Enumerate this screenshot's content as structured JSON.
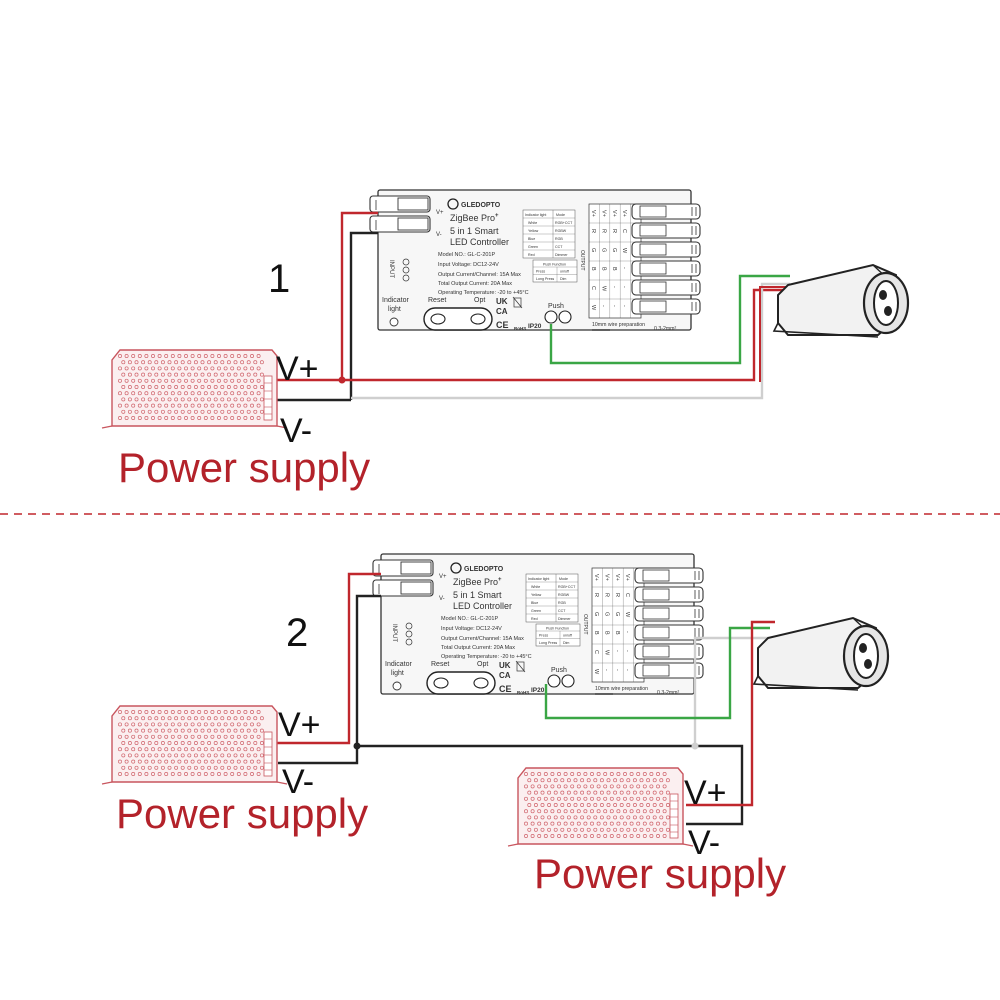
{
  "colors": {
    "red_wire": "#c0272d",
    "black_wire": "#222222",
    "green_wire": "#3aa645",
    "gray_wire": "#cfcfcf",
    "label_red": "#b3222a",
    "psu_pink": "#c8555e",
    "divider": "#c0272d"
  },
  "controller": {
    "brand": "GLEDOPTO",
    "product_line": "ZigBee Pro",
    "product_sup": "+",
    "name_line1": "5 in 1 Smart",
    "name_line2": "LED Controller",
    "model": "Model NO.: GL-C-201P",
    "input_voltage": "Input Voltage: DC12-24V",
    "output_current": "Output Current/Channel: 15A Max",
    "total_current": "Total Output Current: 20A Max",
    "temperature": "Operating Temperature: -20 to +45°C",
    "input_label": "INPUT",
    "output_label": "OUTPUT",
    "indicator_label_1": "Indicator",
    "indicator_label_2": "light",
    "reset_label": "Reset",
    "opt_label": "Opt",
    "uk_mark": "UK",
    "ca_mark": "CA",
    "ce_mark": "CE",
    "rohs_mark": "RoHS",
    "ip_rating": "IP20",
    "push_label": "Push",
    "wire_prep": "10mm wire preparation",
    "wire_size": "0.3-2mm²",
    "mode_table": {
      "headers": [
        "Indicator light",
        "Mode"
      ],
      "rows": [
        [
          "White",
          "RGB+CCT"
        ],
        [
          "Yellow",
          "RGBW"
        ],
        [
          "Blue",
          "RGB"
        ],
        [
          "Green",
          "CCT"
        ],
        [
          "Red",
          "Dimmer"
        ]
      ]
    },
    "push_table": {
      "title": "Push Function",
      "rows": [
        [
          "Press",
          "on/off"
        ],
        [
          "Long Press",
          "Dim"
        ]
      ]
    },
    "terminal_columns": [
      [
        "V+",
        "R",
        "G",
        "B",
        "C",
        "W"
      ],
      [
        "V+",
        "R",
        "G",
        "B",
        "W",
        "-"
      ],
      [
        "V+",
        "R",
        "G",
        "B",
        "-",
        "-"
      ],
      [
        "V+",
        "C",
        "W",
        "-",
        "-",
        "-"
      ],
      [
        "V+",
        "V-",
        "-",
        "-",
        "-",
        "-"
      ]
    ]
  },
  "diagram1": {
    "number": "1",
    "psu_vplus": "V+",
    "psu_vminus": "V-",
    "psu_caption": "Power supply"
  },
  "diagram2": {
    "number": "2",
    "psu_a_vplus": "V+",
    "psu_a_vminus": "V-",
    "psu_a_caption": "Power supply",
    "psu_b_vplus": "V+",
    "psu_b_vminus": "V-",
    "psu_b_caption": "Power supply"
  }
}
